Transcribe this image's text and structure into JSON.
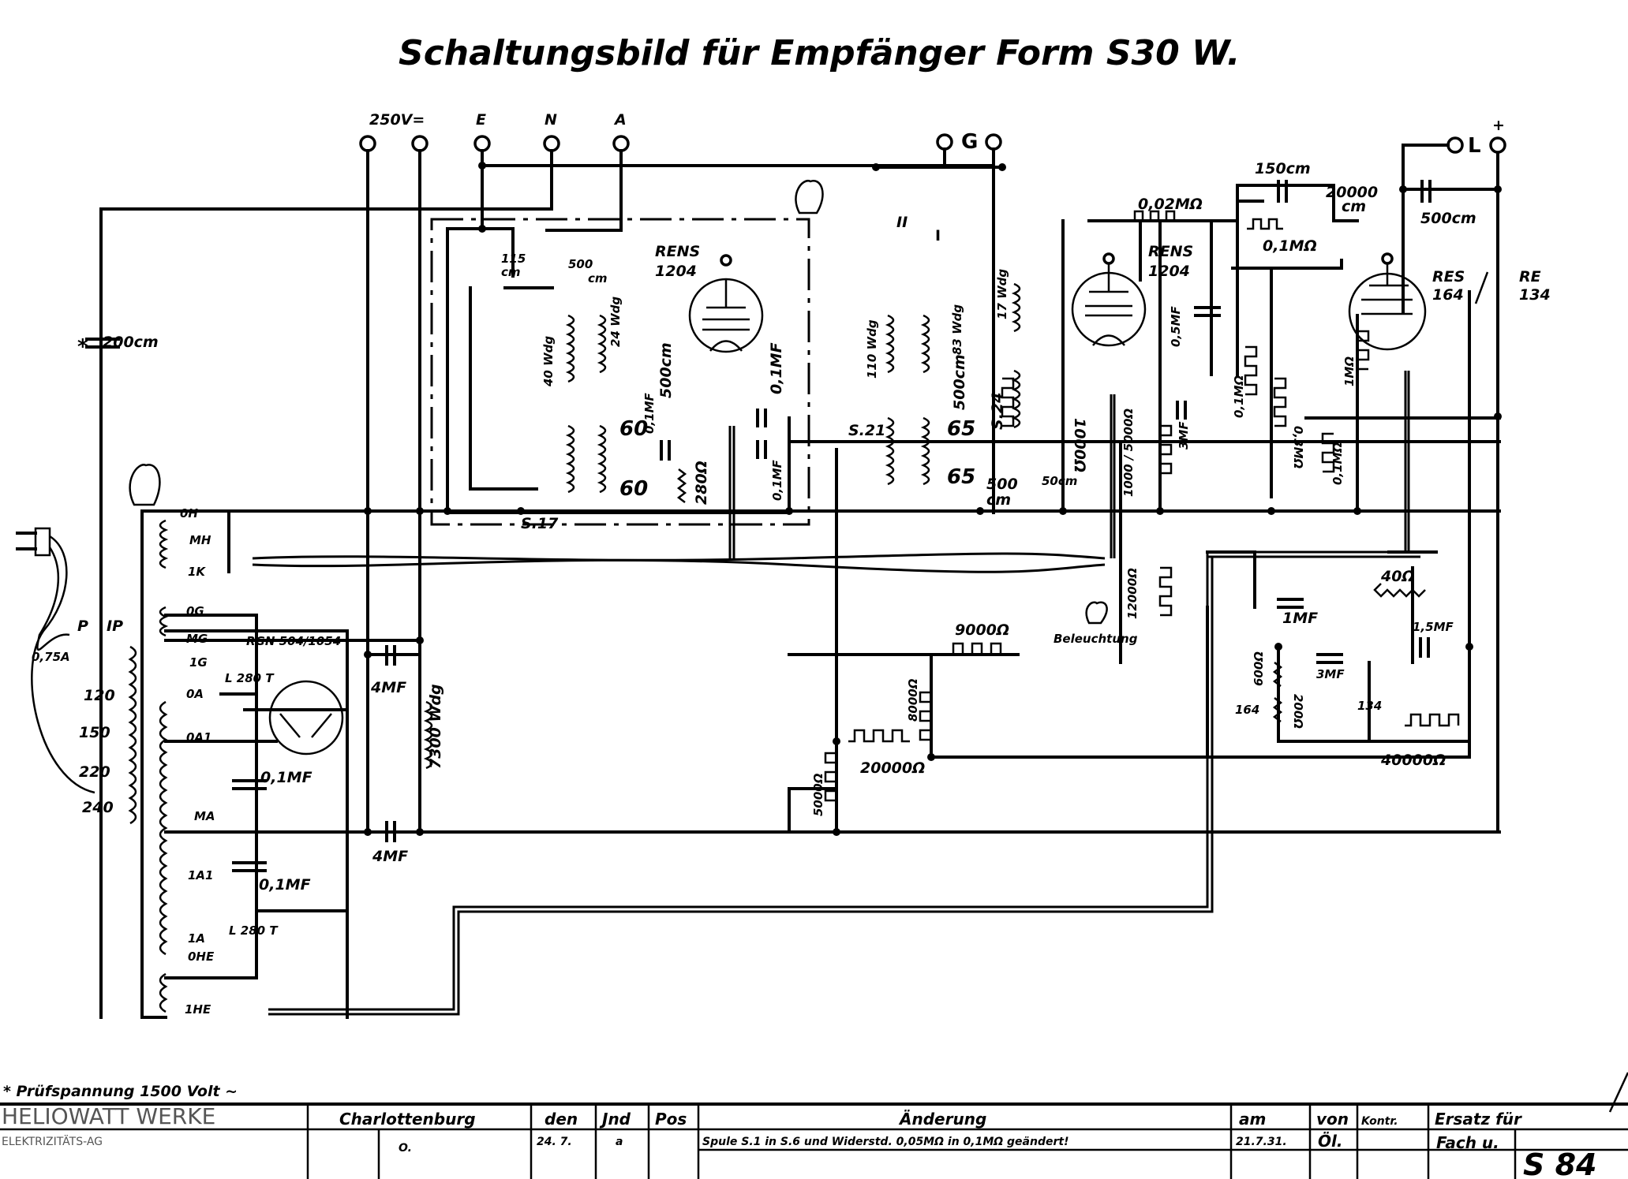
{
  "title": "Schaltungsbild für Empfänger Form S30 W.",
  "terminals": {
    "power": "250V=",
    "earth": "E",
    "n": "N",
    "antenna": "A",
    "gramophone": "G",
    "speaker": "L",
    "plus": "+"
  },
  "components": {
    "c_200": "200cm",
    "c_200_mark": "*",
    "c_115": "115",
    "c_115_unit": "cm",
    "c_500var": "500",
    "c_500var_unit": "cm",
    "tube1_type": "RENS",
    "tube1_num": "1204",
    "tube2_type": "RENS",
    "tube2_num": "1204",
    "tube3_type": "RES",
    "tube3_num": "164",
    "tube3_alt_type": "RE",
    "tube3_alt_num": "134",
    "coil_40": "40 Wdg",
    "coil_24": "24 Wdg",
    "c_500cm": "500cm",
    "c_01mf_a": "0,1MF",
    "c_01mf_b": "0,1MF",
    "c_01mf_c": "0,1MF",
    "r_280": "280Ω",
    "tap_60a": "60",
    "tap_60b": "60",
    "coil_s17": "S.17",
    "coil_110": "110 Wdg",
    "coil_83": "83 Wdg",
    "c_500_s21": "500cm",
    "coil_s21": "S.21",
    "tap_65a": "65",
    "tap_65b": "65",
    "coil_17": "17 Wdg",
    "coil_s24": "S.24",
    "c_500_s24": "500",
    "c_500_s24_unit": "cm",
    "c_50": "50cm",
    "r_1000": "1000Ω",
    "r_002": "0,02MΩ",
    "c_150": "150cm",
    "r_01m_top": "0,1MΩ",
    "c_20000": "20000",
    "c_20000_unit": "cm",
    "c_500_out": "500cm",
    "c_05mf": "0,5MF",
    "c_3mf": "3MF",
    "r_1000_5000": "1000 / 5000Ω",
    "r_01m_a": "0,1MΩ",
    "r_03m": "0,3MΩ",
    "r_1m": "1MΩ",
    "r_01m_b": "0,1MΩ",
    "r_12000": "12000Ω",
    "lamp": "Beleuchtung",
    "r_9000": "9000Ω",
    "r_8000": "8000Ω",
    "r_20000": "20000Ω",
    "r_5000": "5000Ω",
    "r_40": "40Ω",
    "c_1mf": "1MF",
    "c_15mf": "1,5MF",
    "r_600": "600Ω",
    "r_200": "200Ω",
    "c_3mf_b": "3MF",
    "sock_164": "164",
    "sock_134": "134",
    "r_40000": "40000Ω",
    "rect": "RGN 504/1054",
    "l280_top": "L 280 T",
    "l280_bot": "L 280 T",
    "c_4mf_a": "4MF",
    "c_4mf_b": "4MF",
    "c_01mf_d": "0,1MF",
    "c_01mf_e": "0,1MF",
    "choke": "7300 Wdg",
    "fuse": "0,75A",
    "tap_p": "P",
    "tap_ip": "IP",
    "v120": "120",
    "v150": "150",
    "v220": "220",
    "v240": "240",
    "tr_0h": "0H",
    "tr_mh": "MH",
    "tr_1k": "1K",
    "tr_0g": "0G",
    "tr_mg": "MG",
    "tr_1g": "1G",
    "tr_0a": "0A",
    "tr_0a1": "0A1",
    "tr_ma": "MA",
    "tr_1a1": "1A1",
    "tr_1a": "1A",
    "tr_0he": "0HE",
    "tr_1he": "1HE",
    "switch_pos1": "I",
    "switch_pos2": "II"
  },
  "footnote": "* Prüfspannung 1500 Volt ~",
  "title_block": {
    "company": "HELIOWATT WERKE",
    "company_sub": "ELEKTRIZITÄTS-AG",
    "place": "Charlottenburg",
    "den_label": "den",
    "ind_label": "Jnd",
    "pos_label": "Pos",
    "change_label": "Änderung",
    "am_label": "am",
    "von_label": "von",
    "kontr_label": "Kontr.",
    "replaces_label": "Ersatz für",
    "row_date": "24. 7.",
    "row_ind": "a",
    "row_change": "Spule S.1 in S.6 und Widerstd. 0,05MΩ in 0,1MΩ geändert!",
    "row_am": "21.7.31.",
    "row_von": "Öl.",
    "fach_label": "Fach u.",
    "drawing_no": "S 84",
    "left_partial": "O."
  }
}
